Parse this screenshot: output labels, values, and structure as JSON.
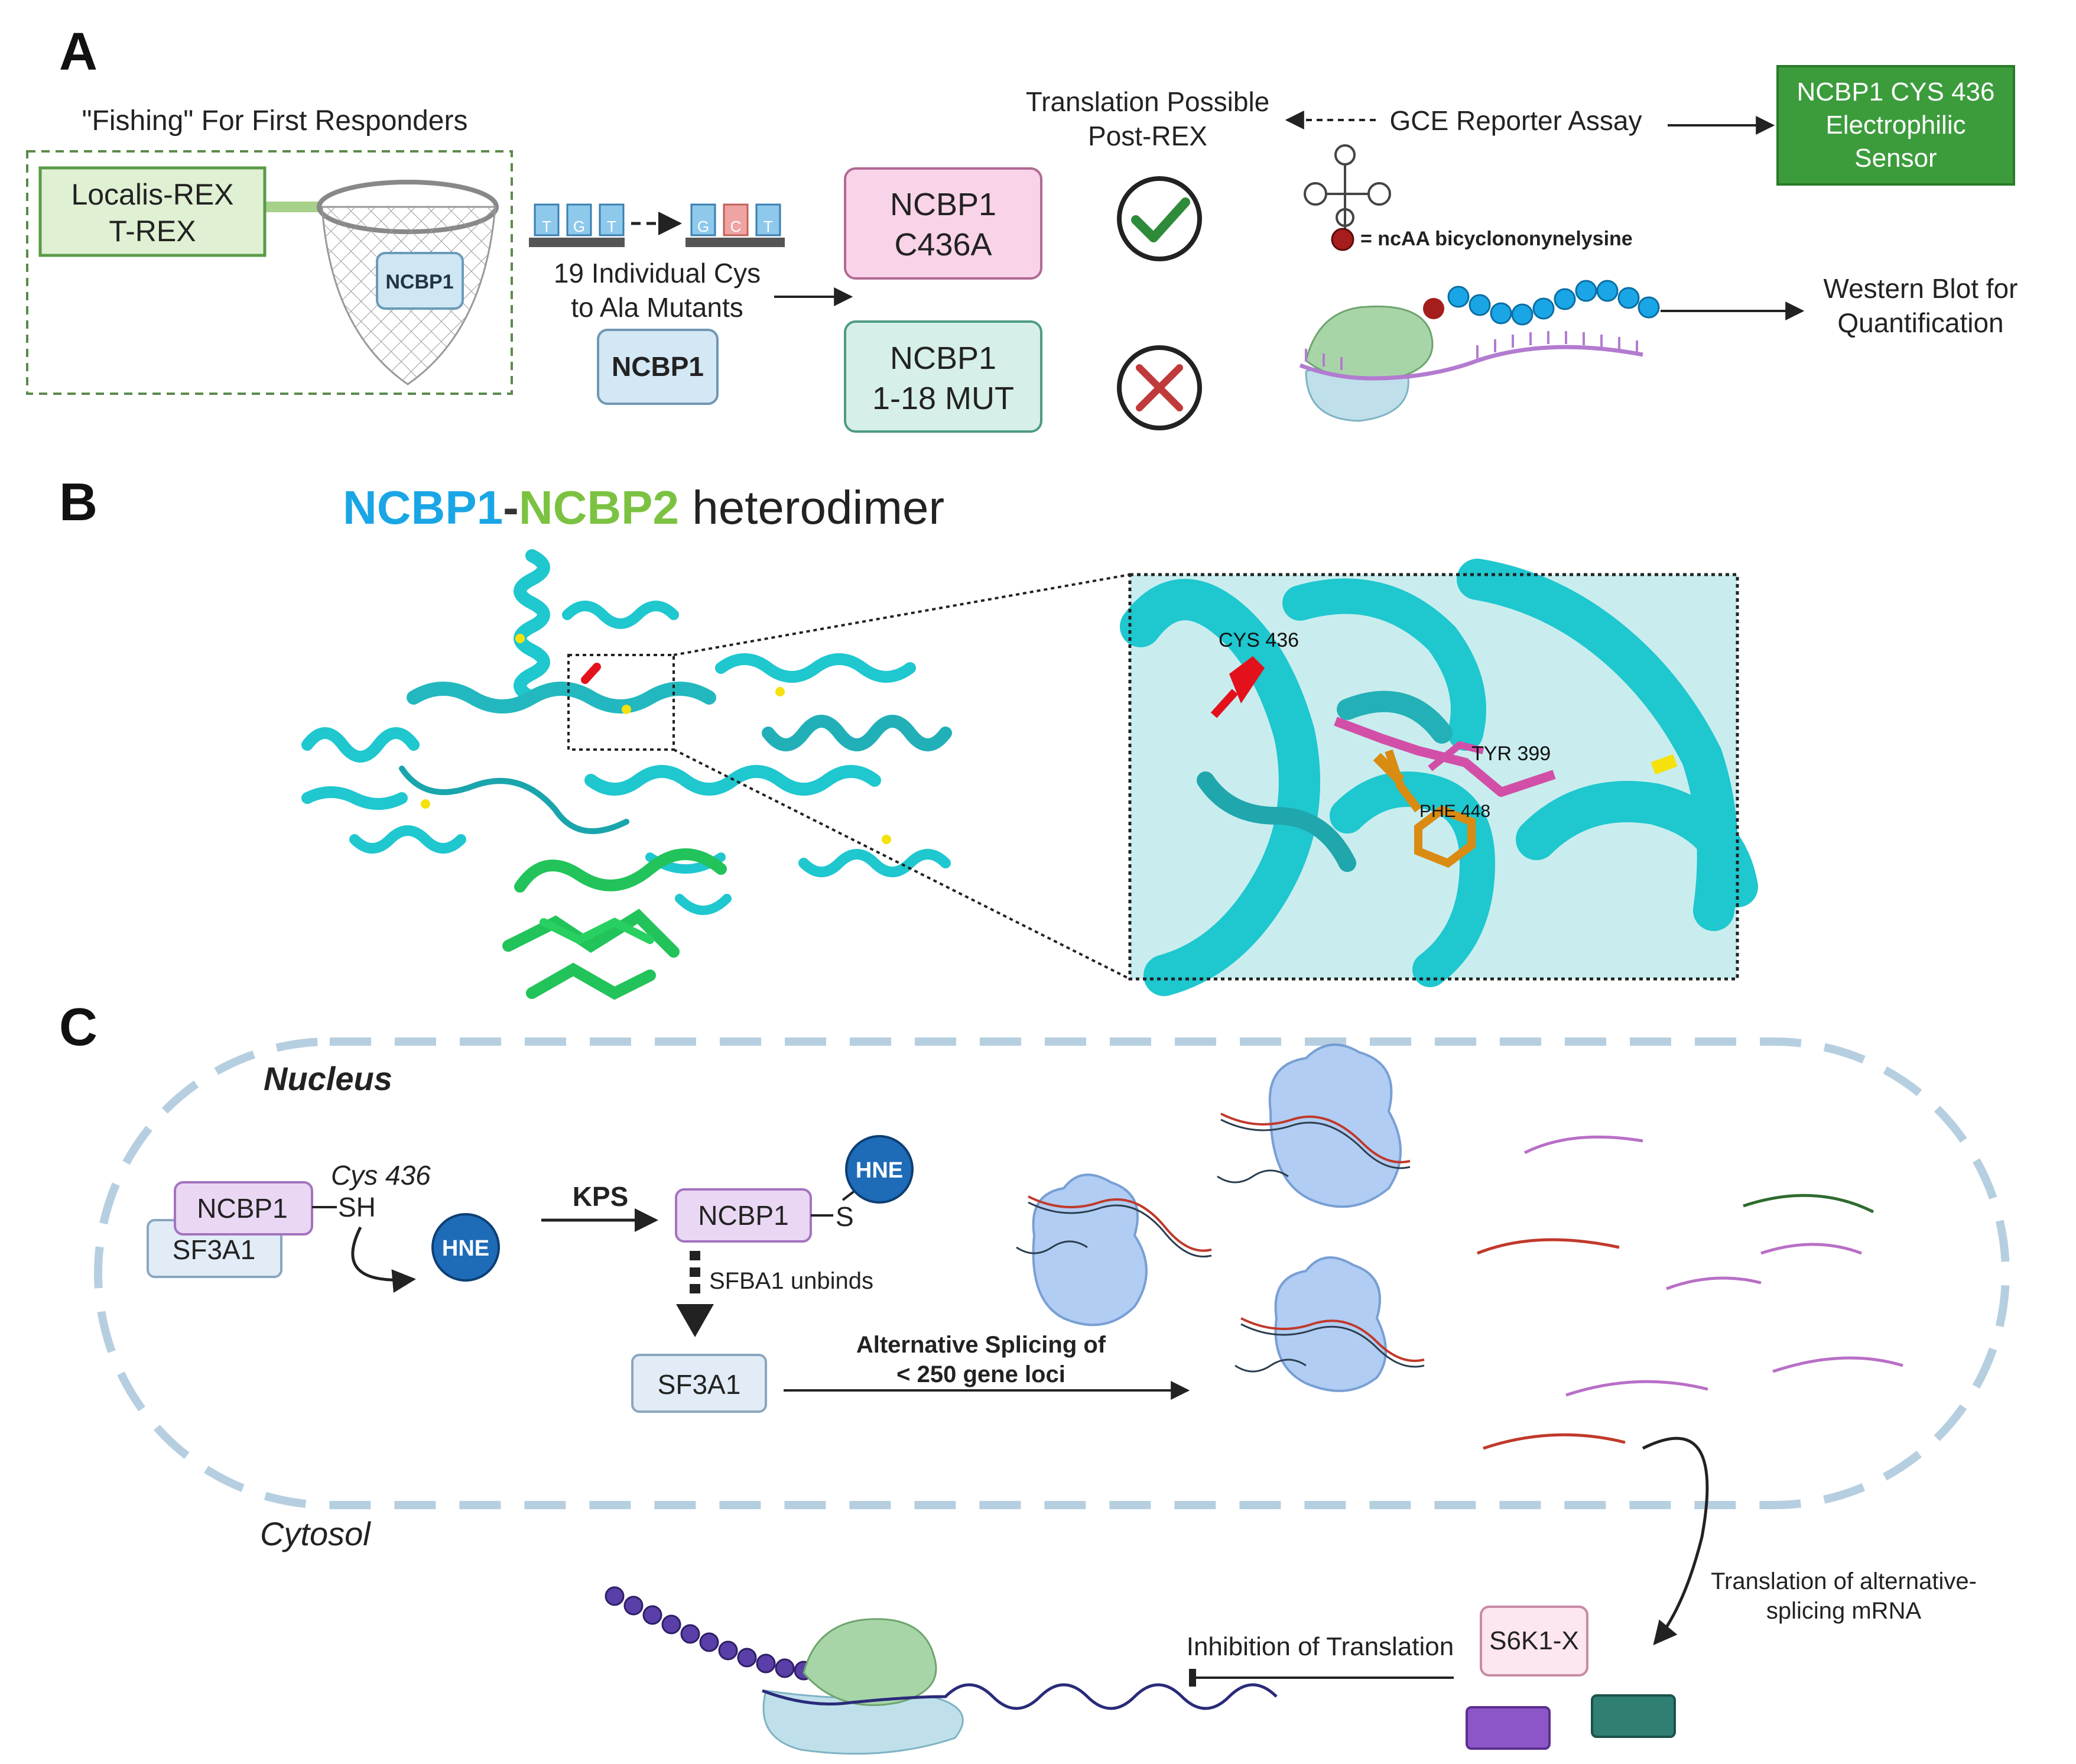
{
  "panelA": {
    "label": "A",
    "fishing_title": "\"Fishing\" For First Responders",
    "rex_line1": "Localis-REX",
    "rex_line2": "T-REX",
    "net_protein": "NCBP1",
    "codon_before": [
      "T",
      "G",
      "T"
    ],
    "codon_after": [
      "G",
      "C",
      "T"
    ],
    "mutants_line1": "19 Individual Cys",
    "mutants_line2": "to Ala Mutants",
    "protein_box": "NCBP1",
    "mutant1_line1": "NCBP1",
    "mutant1_line2": "C436A",
    "mutant2_line1": "NCBP1",
    "mutant2_line2": "1-18 MUT",
    "translation_line1": "Translation Possible",
    "translation_line2": "Post-REX",
    "gce_assay": "GCE Reporter Assay",
    "sensor_line1": "NCBP1 CYS 436",
    "sensor_line2": "Electrophilic",
    "sensor_line3": "Sensor",
    "ncaa_legend": "= ncAA bicyclononynelysine",
    "western_line1": "Western Blot for",
    "western_line2": "Quantification"
  },
  "panelB": {
    "label": "B",
    "title_part1": "NCBP1",
    "title_dash": "-",
    "title_part2": "NCBP2",
    "title_part3": " heterodimer",
    "residue_cys": "CYS 436",
    "residue_tyr": "TYR 399",
    "residue_phe": "PHE 448"
  },
  "panelC": {
    "label": "C",
    "nucleus": "Nucleus",
    "cytosol": "Cytosol",
    "cys_label": "Cys 436",
    "ncbp1_left": "NCBP1",
    "sh_label": "SH",
    "sf3a1_left": "SF3A1",
    "hne_left": "HNE",
    "kps": "KPS",
    "ncbp1_mid": "NCBP1",
    "s_label": "S",
    "hne_mid": "HNE",
    "unbinds": "SFBA1 unbinds",
    "sf3a1_mid": "SF3A1",
    "alt_splicing_line1": "Alternative Splicing of",
    "alt_splicing_line2": "< 250 gene loci",
    "translation_alt_line1": "Translation of alternative-",
    "translation_alt_line2": "splicing mRNA",
    "s6k1x": "S6K1-X",
    "inhibition": "Inhibition of Translation"
  },
  "colors": {
    "ncbp1_title": "#1aa6e6",
    "ncbp2_title": "#7cc242",
    "protein_cyan": "#1fc7cf",
    "sensor_green": "#3c9c3c",
    "pink_box": "#f9d3e8",
    "teal_box": "#d6efe8",
    "hne_blue": "#1e6bb8"
  }
}
